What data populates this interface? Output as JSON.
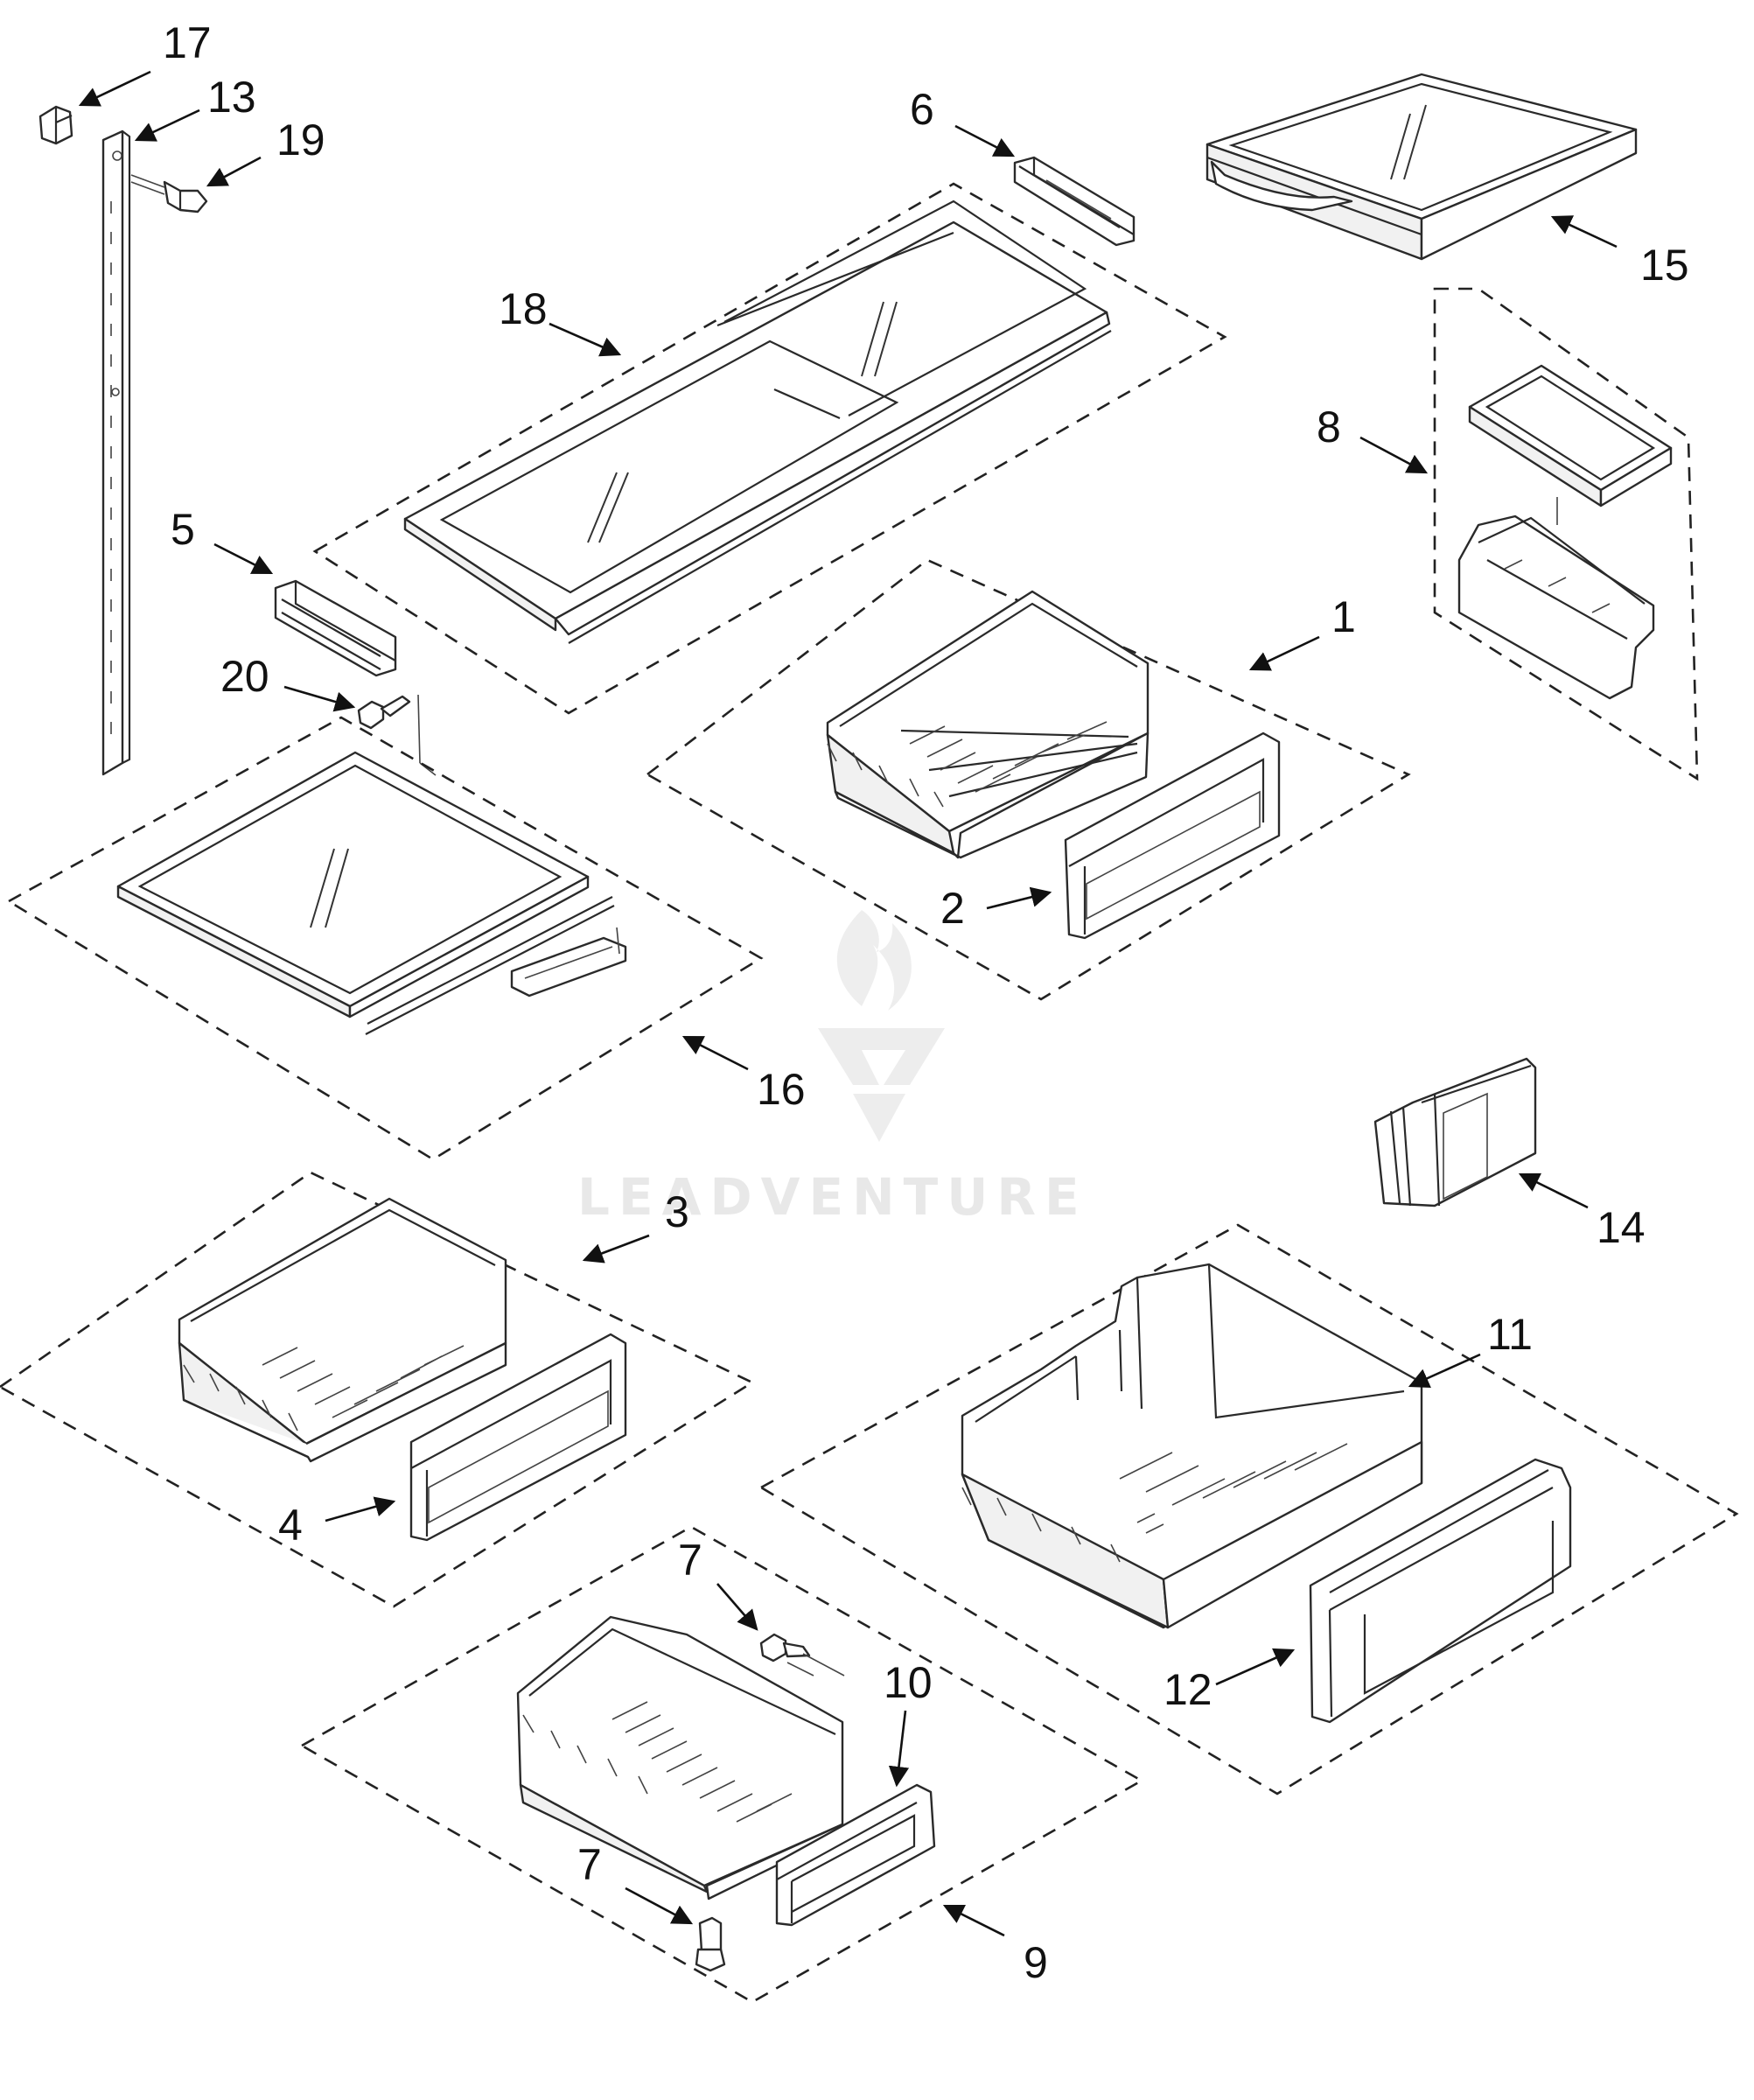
{
  "diagram": {
    "watermark": {
      "brand_text": "LEADVENTURE",
      "logo_icon": "flame-v-logo-icon"
    },
    "callouts": [
      {
        "id": "c17",
        "label": "17"
      },
      {
        "id": "c13",
        "label": "13"
      },
      {
        "id": "c19",
        "label": "19"
      },
      {
        "id": "c6",
        "label": "6"
      },
      {
        "id": "c15",
        "label": "15"
      },
      {
        "id": "c18",
        "label": "18"
      },
      {
        "id": "c8",
        "label": "8"
      },
      {
        "id": "c5",
        "label": "5"
      },
      {
        "id": "c1",
        "label": "1"
      },
      {
        "id": "c20",
        "label": "20"
      },
      {
        "id": "c2",
        "label": "2"
      },
      {
        "id": "c16",
        "label": "16"
      },
      {
        "id": "c14",
        "label": "14"
      },
      {
        "id": "c3",
        "label": "3"
      },
      {
        "id": "c11",
        "label": "11"
      },
      {
        "id": "c4",
        "label": "4"
      },
      {
        "id": "c7a",
        "label": "7"
      },
      {
        "id": "c10",
        "label": "10"
      },
      {
        "id": "c12",
        "label": "12"
      },
      {
        "id": "c7b",
        "label": "7"
      },
      {
        "id": "c9",
        "label": "9"
      }
    ]
  }
}
